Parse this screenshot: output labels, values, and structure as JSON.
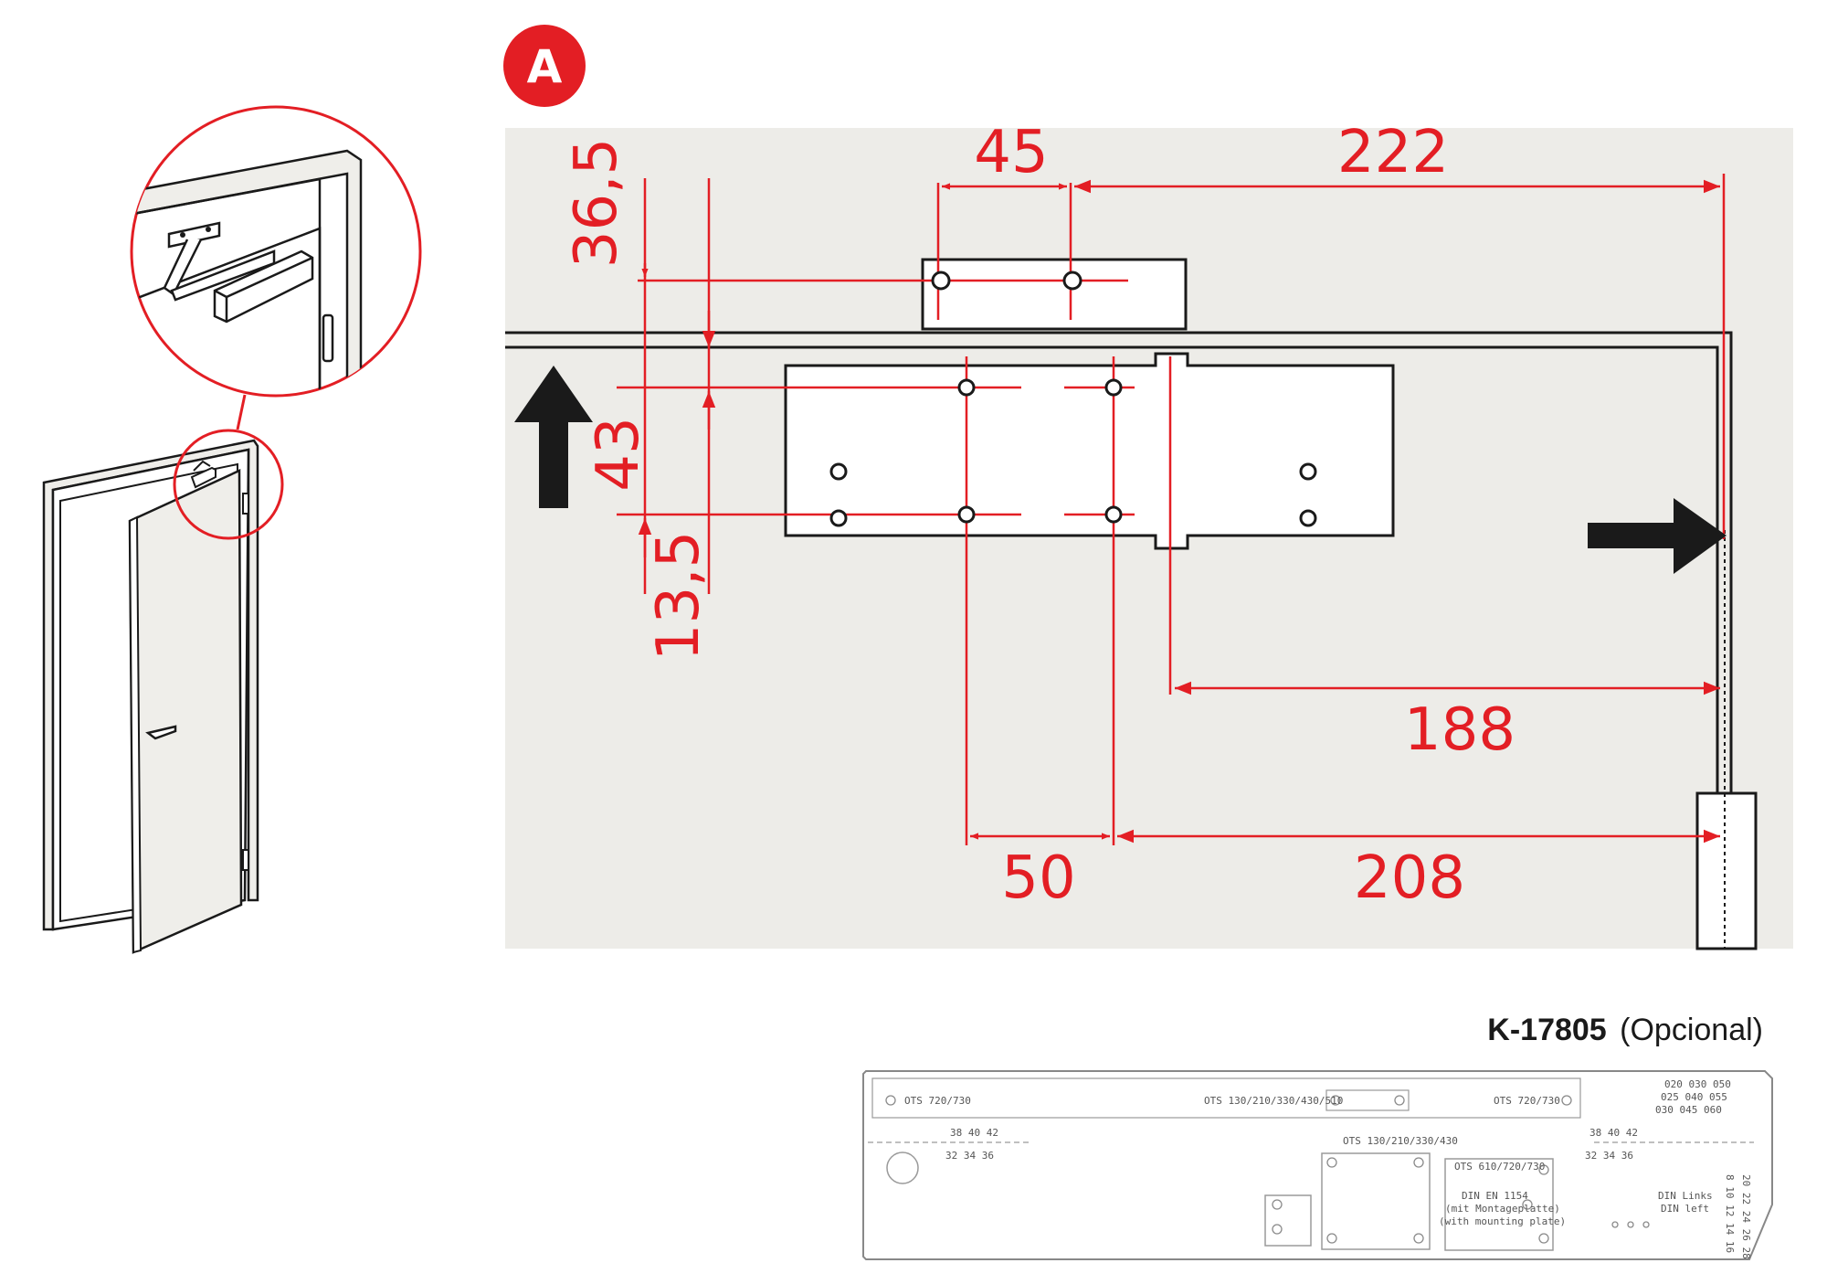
{
  "badge": {
    "label": "A",
    "color": "#e31e24"
  },
  "dimensions": {
    "d45": "45",
    "d222": "222",
    "d36_5": "36,5",
    "d43": "43",
    "d13_5": "13,5",
    "d188": "188",
    "d50": "50",
    "d208": "208"
  },
  "accessory": {
    "code": "K-17805",
    "note": "(Opcional)"
  },
  "template_plate": {
    "labels": [
      "OTS 720/730",
      "OTS 130/210/330/430/510",
      "OTS 720/730",
      "OTS 130/210/330/430",
      "OTS 610/720/730",
      "38 40 42",
      "32 34 36",
      "38 40 42",
      "32 34 36",
      "020 030 050",
      "025 040 055",
      "030 045 060",
      "DIN EN 1154",
      "(mit Montageplatte)",
      "(with mounting plate)",
      "DIN Links",
      "DIN left",
      "8 10 12 14 16",
      "20 22 24 26 28"
    ]
  },
  "colors": {
    "accent": "#e31e24",
    "panel": "#edece8",
    "line": "#1a1a1a"
  },
  "icons": [
    "door-closer-detail-icon",
    "door-icon",
    "arrow-up-icon",
    "arrow-right-icon"
  ]
}
